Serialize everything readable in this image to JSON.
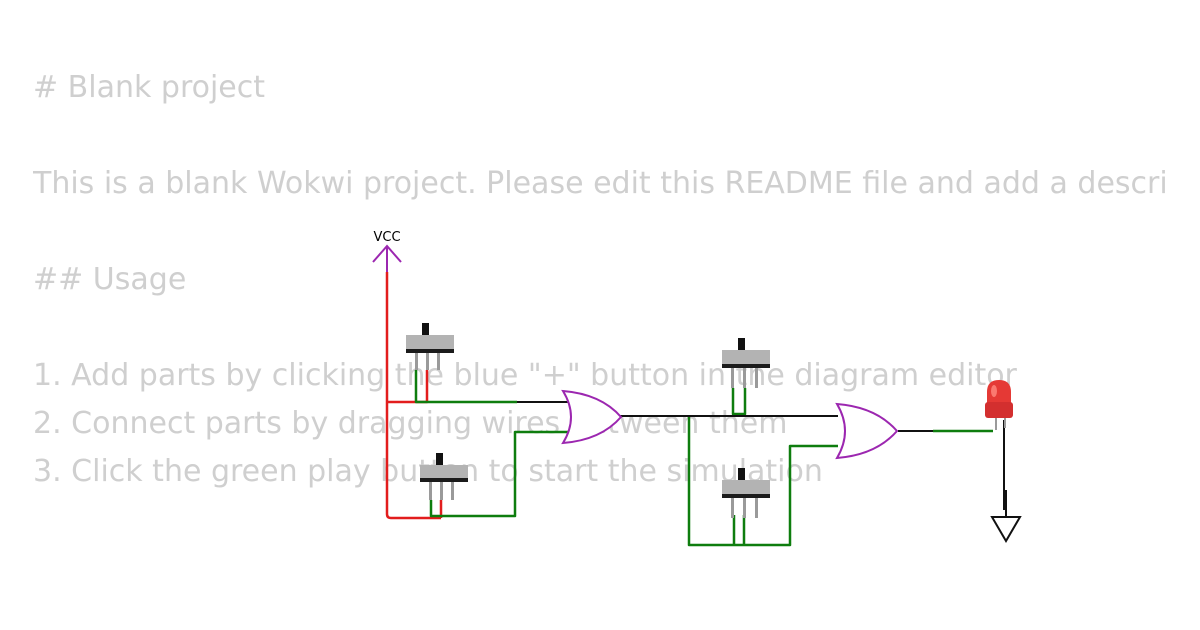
{
  "readme": {
    "title": "# Blank project",
    "intro": "This is a blank Wokwi project. Please edit this README file and add a descrip",
    "usage_heading": "## Usage",
    "steps": [
      "1. Add parts by clicking the blue \"+\" button in the diagram editor",
      "2. Connect parts by dragging wires between them",
      "3. Click the green play button to start the simulation"
    ]
  },
  "diagram": {
    "vcc_label": "VCC",
    "components": [
      "slide-switch",
      "slide-switch",
      "slide-switch",
      "slide-switch",
      "or-gate",
      "or-gate",
      "led",
      "ground"
    ],
    "colors": {
      "wire_power": "#e21d1d",
      "wire_signal": "#0e7d0e",
      "wire_black": "#111111",
      "gate": "#9c27b0",
      "switch_body": "#b3b3b3",
      "switch_pins": "#8f8f8f",
      "led": "#e53935",
      "vcc_arrow": "#9c27b0"
    }
  }
}
